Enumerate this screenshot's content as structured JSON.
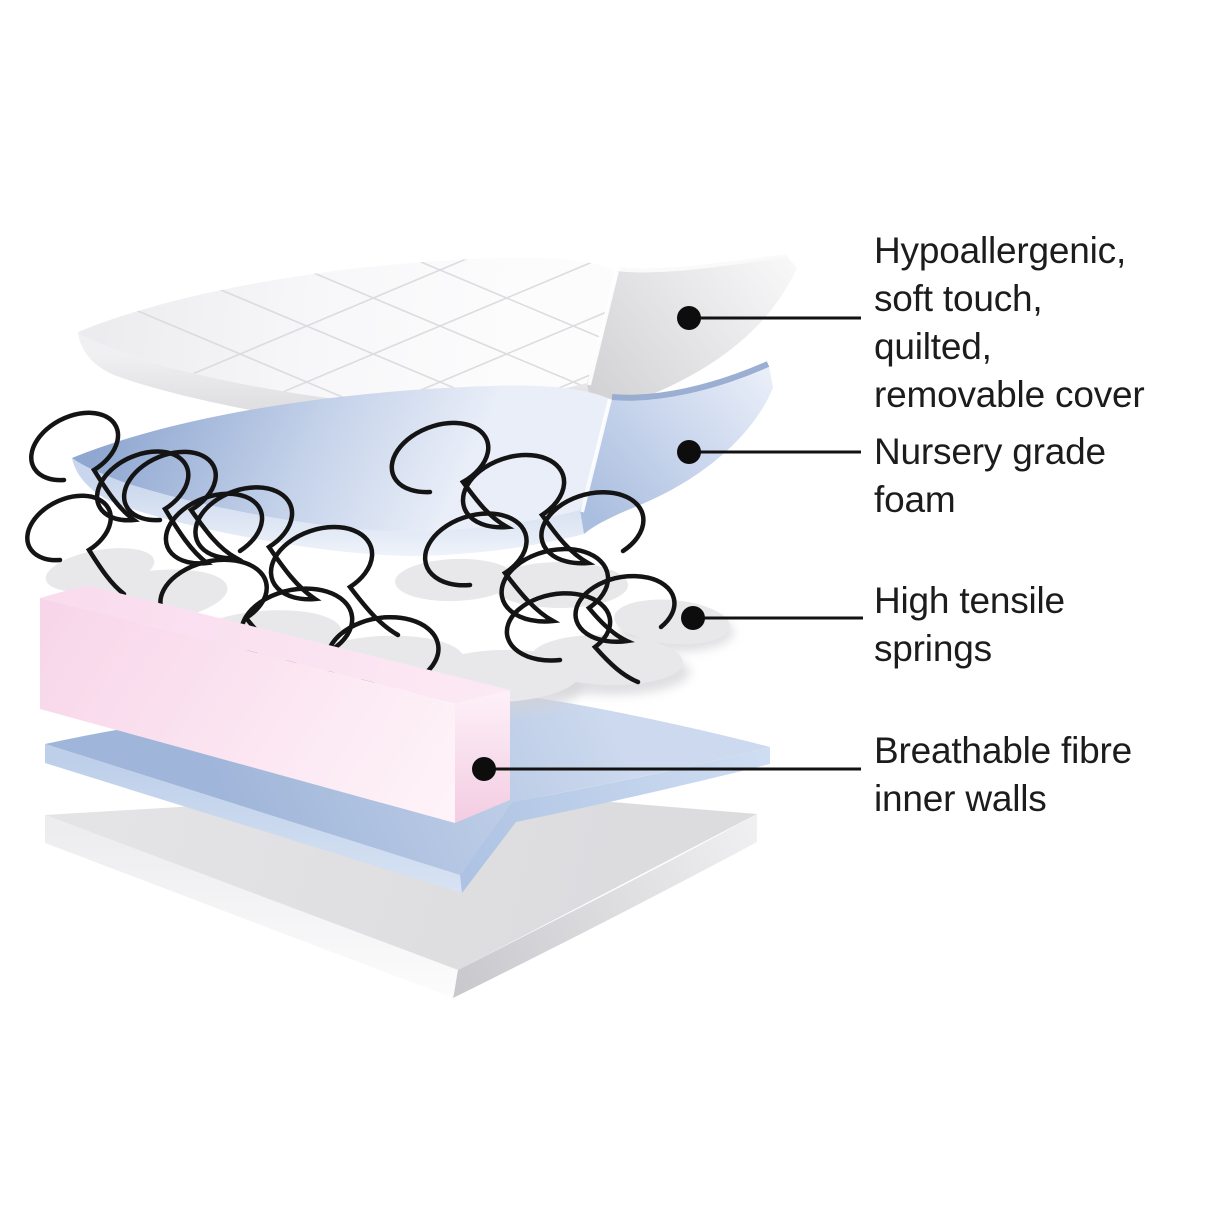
{
  "labels": [
    {
      "id": "cover",
      "lines": [
        "Hypoallergenic,",
        "soft touch,",
        "quilted,",
        "removable cover"
      ]
    },
    {
      "id": "foam",
      "lines": [
        "Nursery grade",
        "foam"
      ]
    },
    {
      "id": "springs",
      "lines": [
        "High tensile",
        "springs"
      ]
    },
    {
      "id": "walls",
      "lines": [
        "Breathable fibre",
        "inner walls"
      ]
    }
  ],
  "colors": {
    "label_text": "#1c1c1c",
    "leader_line": "#121212",
    "cover_white": "#f2f2f4",
    "foam_blue": "#8fa7d1",
    "spring_black": "#141414",
    "spring_shadow": "#e8e8eb",
    "inner_wall_pink": "#f8d8ec",
    "thin_base_blue": "#b7c9e5",
    "base_gray": "#e2e2e4"
  }
}
